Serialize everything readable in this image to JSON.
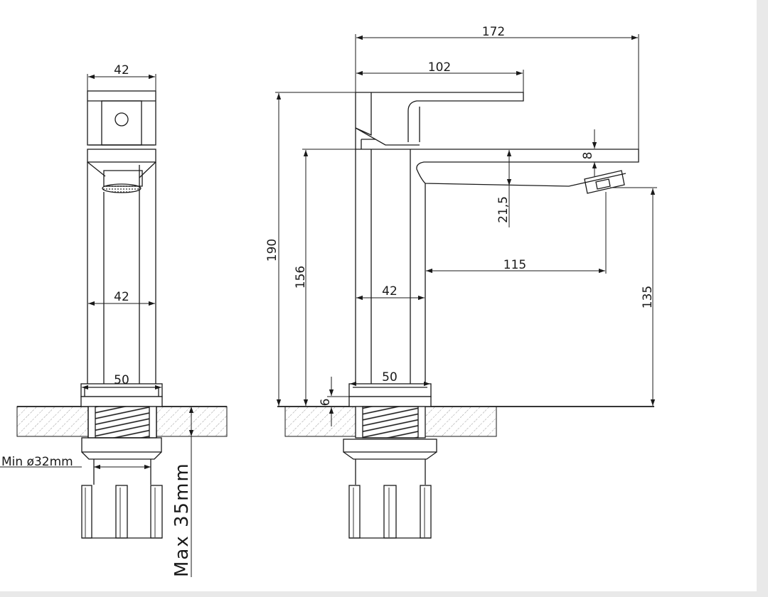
{
  "front_view": {
    "handle_width": "42",
    "body_width": "42",
    "base_width": "50",
    "min_hole": "Min  ø32mm",
    "max_thickness": "Max 35mm"
  },
  "side_view": {
    "overall_length": "172",
    "handle_length": "102",
    "total_height": "190",
    "spout_height": "156",
    "spout_thickness": "8",
    "spout_depth": "21,5",
    "spout_reach": "115",
    "outlet_height": "135",
    "body_width": "42",
    "base_width": "50",
    "base_height": "6"
  }
}
